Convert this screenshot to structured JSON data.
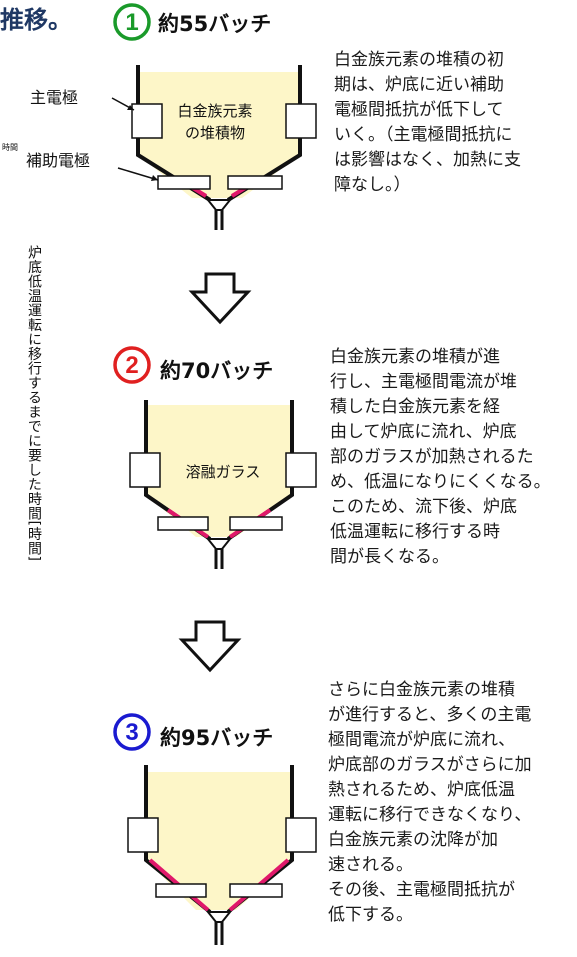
{
  "header": {
    "title_fragment": "推移。"
  },
  "axis_label": "炉底低温運転に移行するまでに要した時間[時間]",
  "stages": [
    {
      "number": "①",
      "number_color": "#1a9a2a",
      "label": "約55バッチ",
      "inner_text": "白金族元素\nの堆積物",
      "callouts": {
        "main_electrode": "主電極",
        "aux_electrode": "補助電極",
        "time_mark": "時間"
      },
      "description": "白金族元素の堆積の初\n期は、炉底に近い補助\n電極間抵抗が低下して\nいく。（主電極間抵抗に\nは影響はなく、加熱に支\n障なし。）"
    },
    {
      "number": "②",
      "number_color": "#e02020",
      "label": "約70バッチ",
      "inner_text": "溶融ガラス",
      "description": "白金族元素の堆積が進\n行し、主電極間電流が堆\n積した白金族元素を経\n由して炉底に流れ、炉底\n部のガラスが加熱されるた\nめ、低温になりにくくなる。\nこのため、流下後、炉底\n低温運転に移行する時\n間が長くなる。"
    },
    {
      "number": "③",
      "number_color": "#1a1ad0",
      "label": "約95バッチ",
      "inner_text": "",
      "description": "さらに白金族元素の堆積\nが進行すると、多くの主電\n極間電流が炉底に流れ、\n炉底部のガラスがさらに加\n熱されるため、炉底低温\n運転に移行できなくなり、\n白金族元素の沈降が加\n速される。\nその後、主電極間抵抗が\n低下する。"
    }
  ],
  "colors": {
    "glass": "#fdf6c8",
    "deposit": "#e0186a",
    "outline": "#111111"
  }
}
